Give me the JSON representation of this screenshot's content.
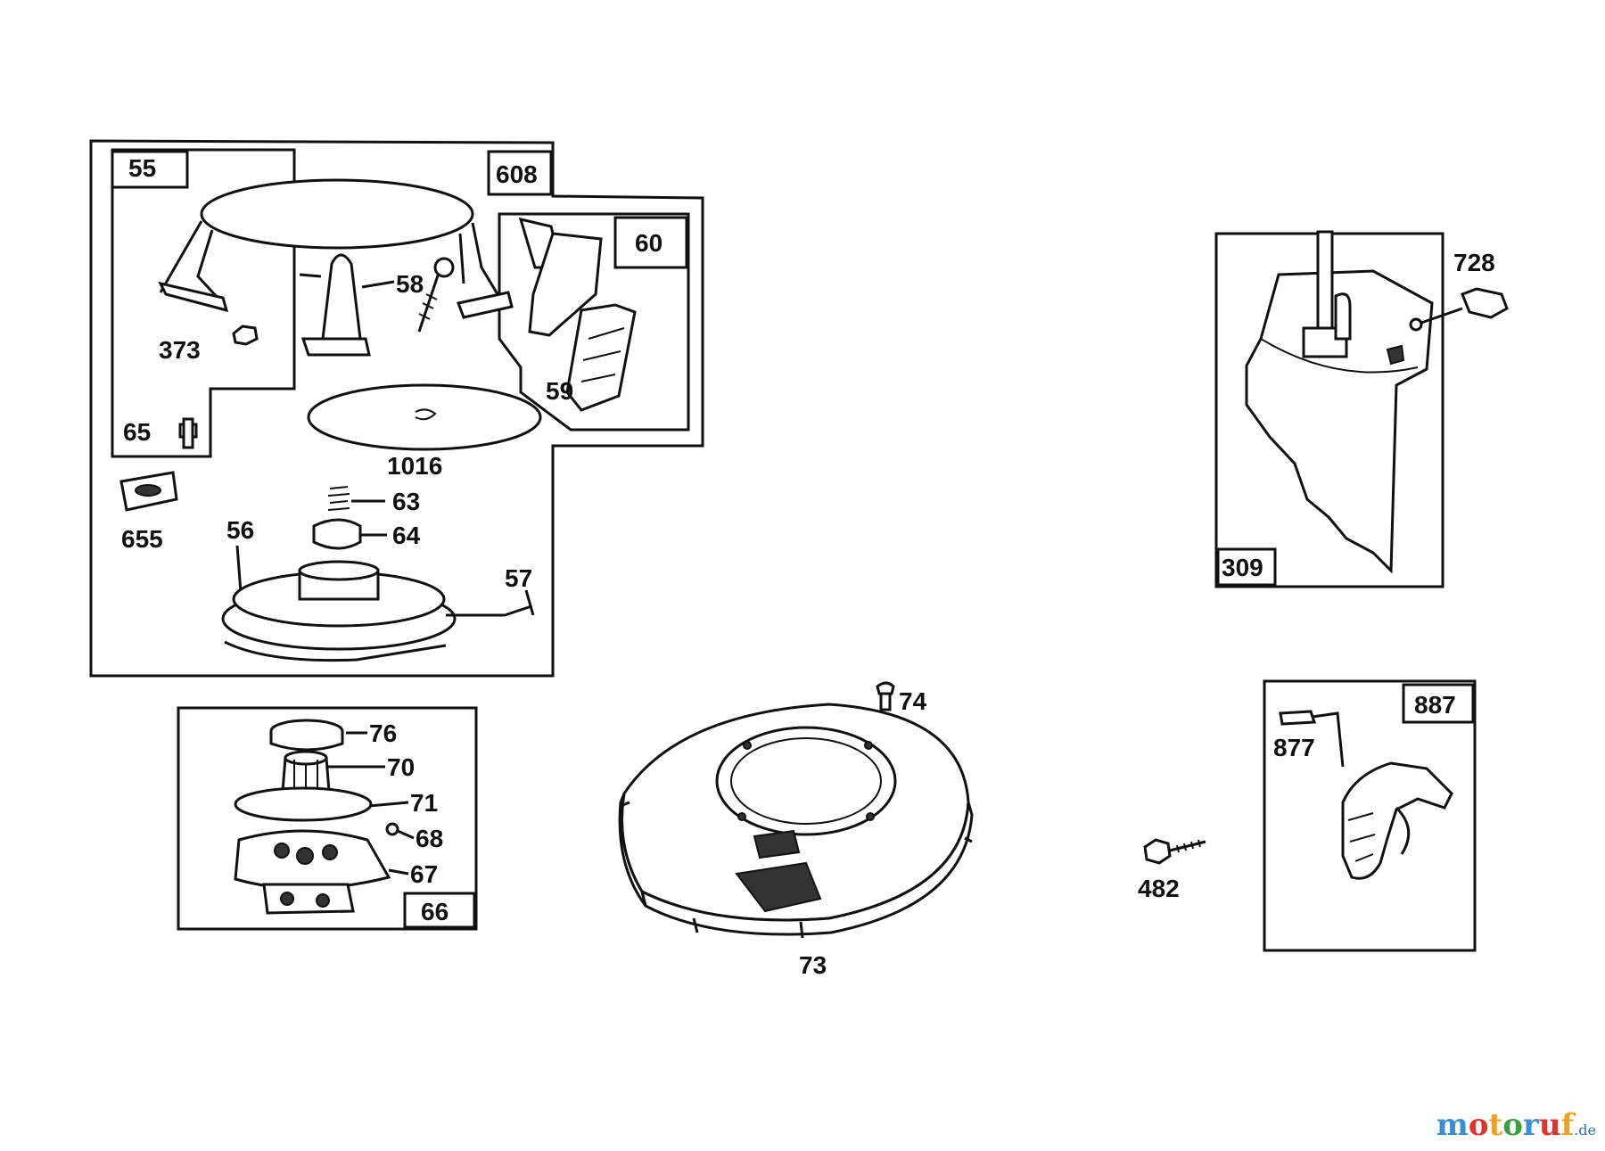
{
  "labels": {
    "p55": "55",
    "p608": "608",
    "p60": "60",
    "p58": "58",
    "p373": "373",
    "p59": "59",
    "p65": "65",
    "p1016": "1016",
    "p655": "655",
    "p63": "63",
    "p64": "64",
    "p56": "56",
    "p57": "57",
    "p76": "76",
    "p70": "70",
    "p71": "71",
    "p68": "68",
    "p67": "67",
    "p66": "66",
    "p74": "74",
    "p73": "73",
    "p728": "728",
    "p309": "309",
    "p887": "887",
    "p877": "877",
    "p482": "482"
  },
  "watermark": {
    "letters": [
      "m",
      "o",
      "t",
      "o",
      "r",
      "u",
      "f"
    ],
    "colors": [
      "#3a8fd0",
      "#e0342a",
      "#f0a020",
      "#3aa040",
      "#3a8fd0",
      "#e0342a",
      "#f0a020"
    ],
    "suffix": ".de"
  }
}
